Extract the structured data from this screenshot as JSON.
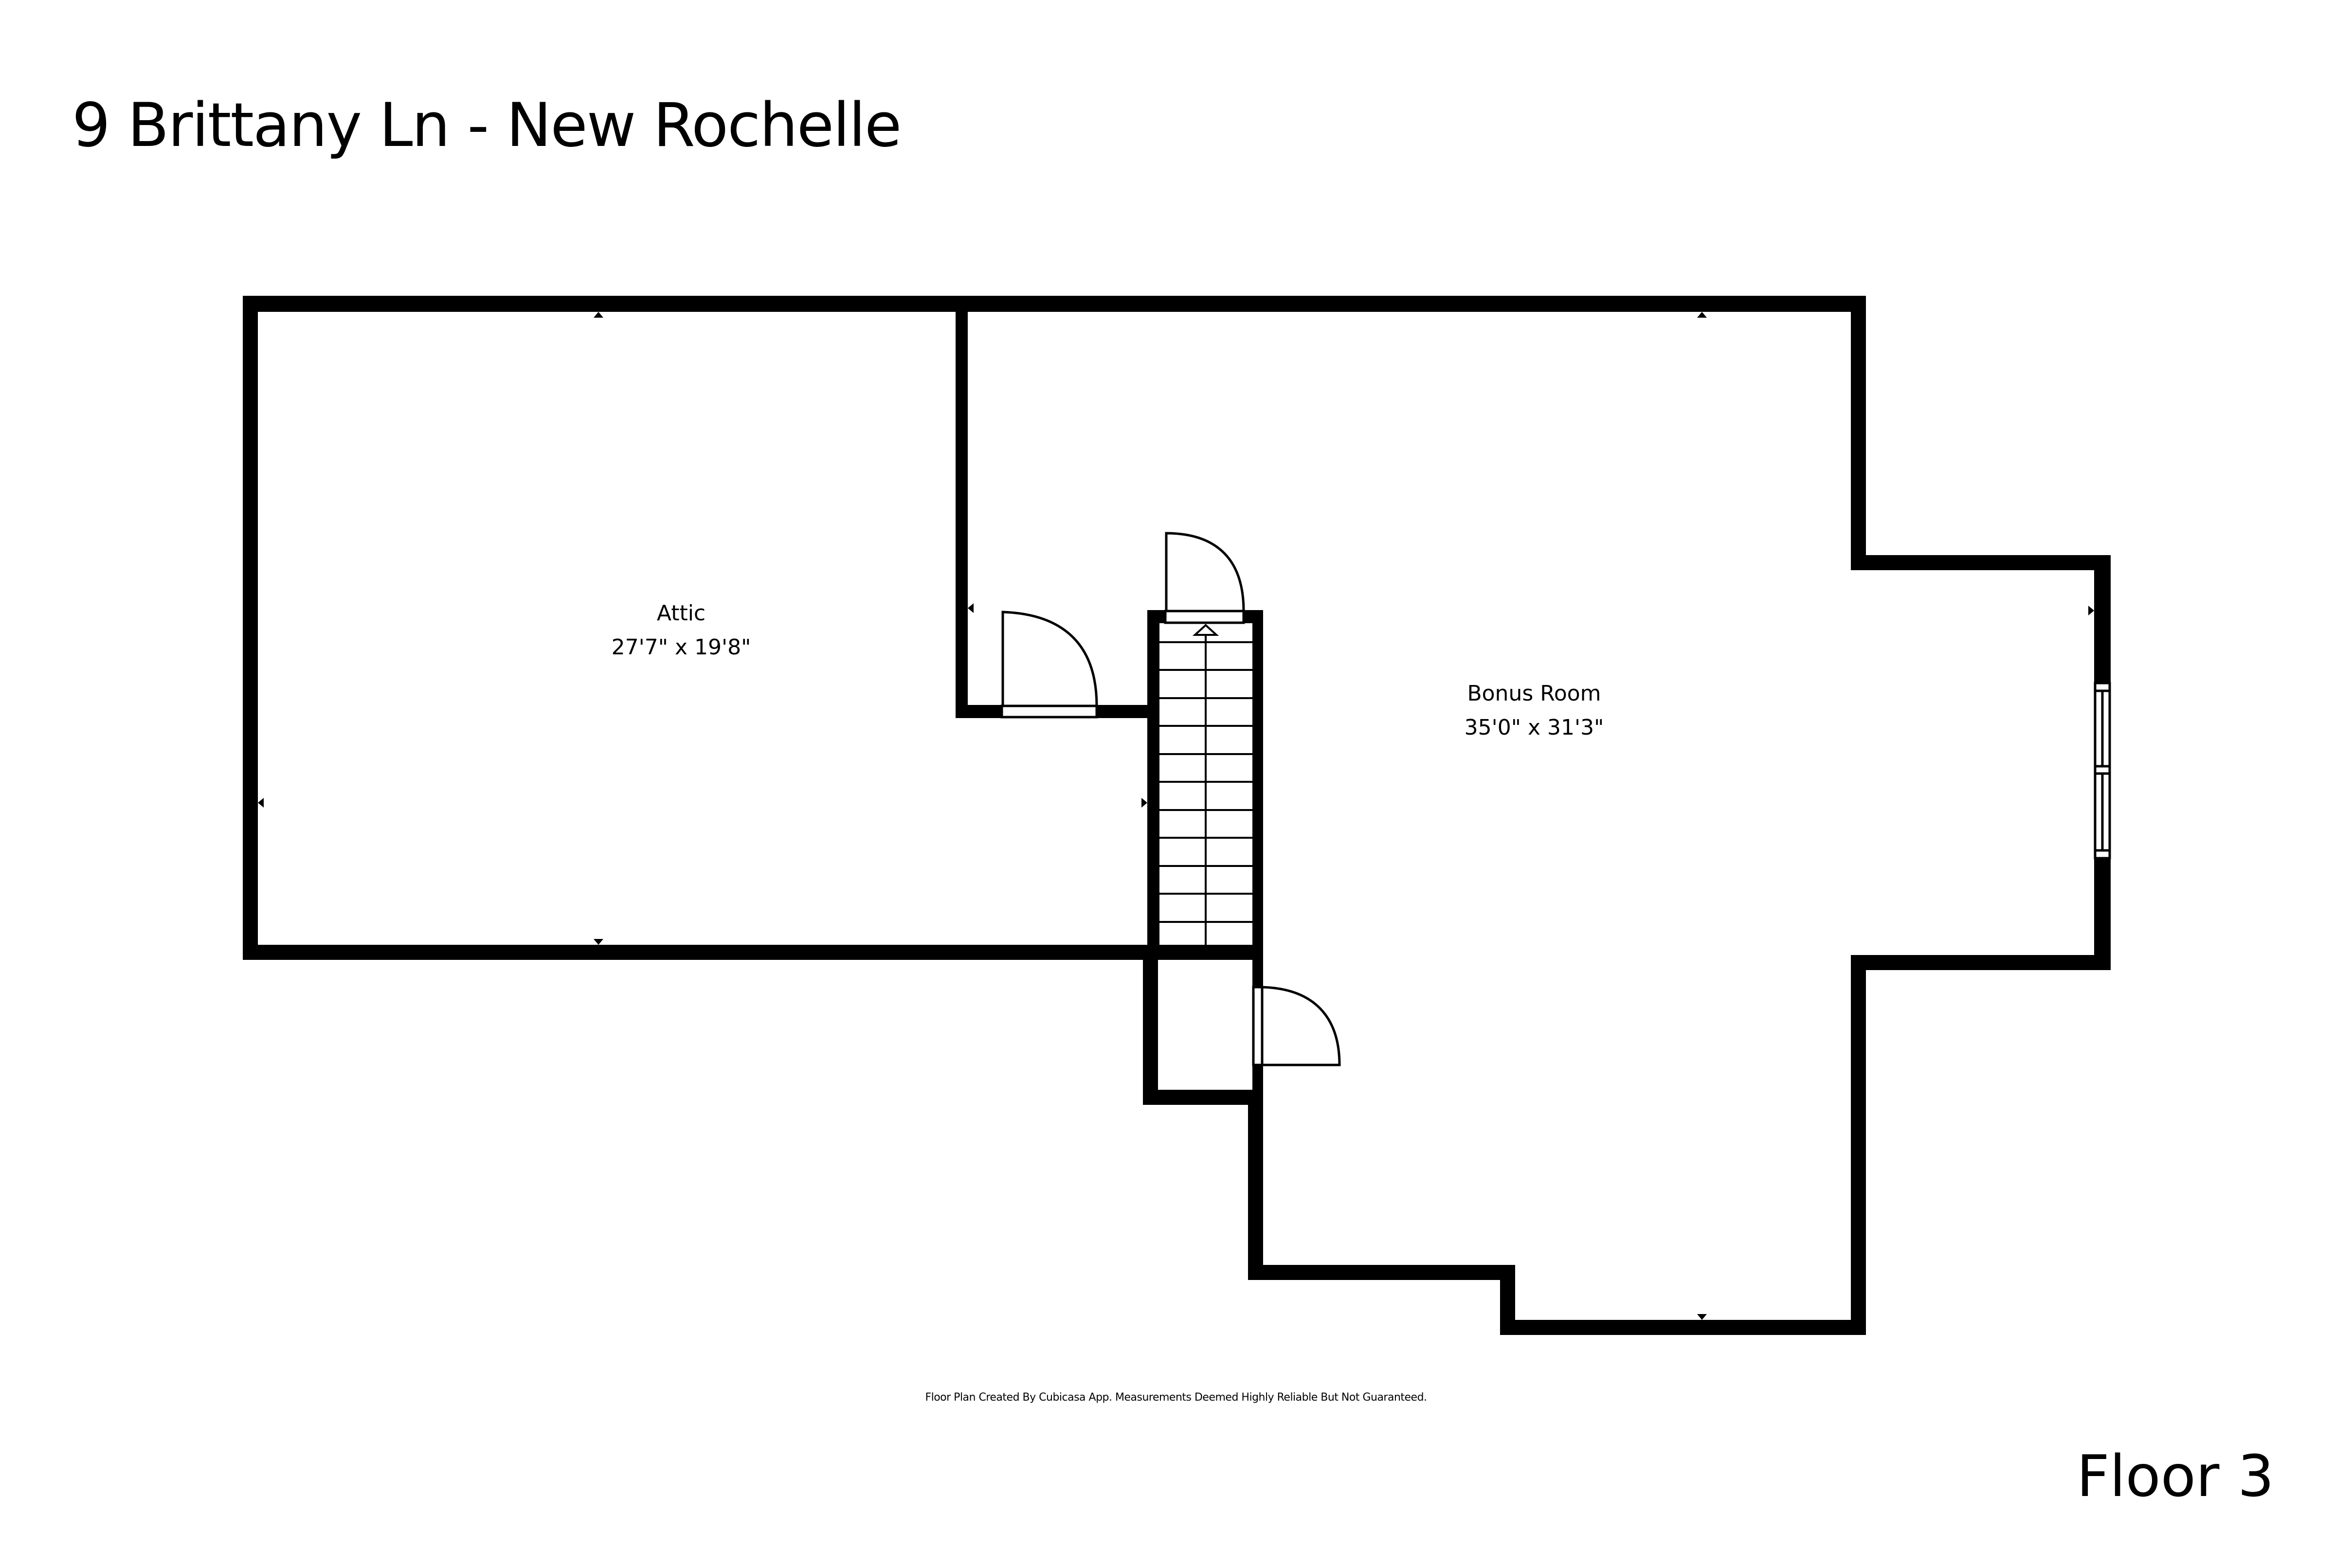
{
  "header": {
    "title": "9 Brittany Ln - New Rochelle"
  },
  "floor": {
    "label": "Floor 3"
  },
  "footer": {
    "disclaimer": "Floor Plan Created By Cubicasa App. Measurements Deemed Highly Reliable But Not Guaranteed."
  },
  "rooms": [
    {
      "name": "Attic",
      "dimensions": "27'7\" x 19'8\""
    },
    {
      "name": "Bonus Room",
      "dimensions": "35'0\" x 31'3\""
    }
  ],
  "symbols": {
    "stairs": {
      "direction": "up",
      "steps": 12
    },
    "doors": 3,
    "windows": 1,
    "colors": {
      "wall": "#000000",
      "background": "#ffffff"
    }
  }
}
